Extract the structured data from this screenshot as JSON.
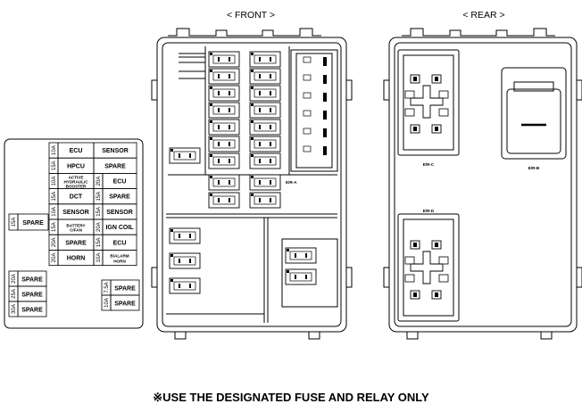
{
  "headers": {
    "front": "< FRONT >",
    "rear": "< REAR >"
  },
  "legend": {
    "grid": [
      {
        "amp": "10A",
        "label": "ECU",
        "right": "SENSOR"
      },
      {
        "amp": "15A",
        "label": "HPCU",
        "right": "SPARE"
      },
      {
        "amp": "10A",
        "label": "ACTIVE HYDRAULIC BOOSTER",
        "right_amp": "20A",
        "right": "ECU"
      },
      {
        "amp": "15A",
        "label": "DCT",
        "right_amp": "15A",
        "right": "SPARE"
      },
      {
        "amp": "10A",
        "label": "SENSOR",
        "right_amp": "15A",
        "right": "SENSOR"
      },
      {
        "amp": "15A",
        "label": "BATTERY C/FAN",
        "right_amp": "20A",
        "right": "IGN COIL"
      },
      {
        "amp": "20A",
        "label": "SPARE",
        "right_amp": "15A",
        "right": "ECU"
      },
      {
        "amp": "20A",
        "label": "HORN",
        "right_amp": "10A",
        "right": "B/ALARM HORN"
      }
    ],
    "left_single": {
      "amp": "15A",
      "label": "SPARE"
    },
    "bottom_left": [
      {
        "amp": "20A",
        "label": "SPARE"
      },
      {
        "amp": "25A",
        "label": "SPARE"
      },
      {
        "amp": "30A",
        "label": "SPARE"
      }
    ],
    "bottom_right": [
      {
        "amp": "7.5A",
        "label": "SPARE"
      },
      {
        "amp": "10A",
        "label": "SPARE"
      }
    ]
  },
  "relay_labels": {
    "era": "E/R-A",
    "erb": "E/R-B",
    "erc": "E/R-C",
    "erd": "E/R-D"
  },
  "footer": "※USE THE DESIGNATED FUSE AND RELAY ONLY"
}
